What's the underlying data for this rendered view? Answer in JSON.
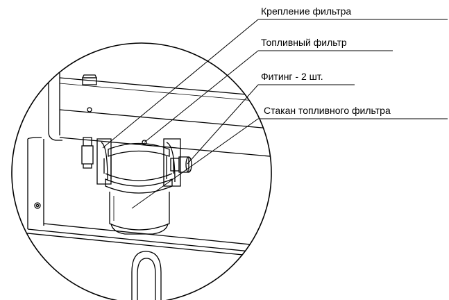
{
  "labels": {
    "mount": "Крепление фильтра",
    "filter": "Топливный фильтр",
    "fitting": "Фитинг - 2 шт.",
    "cup": "Стакан топливного фильтра"
  },
  "colors": {
    "line": "#000000",
    "background": "#ffffff"
  }
}
